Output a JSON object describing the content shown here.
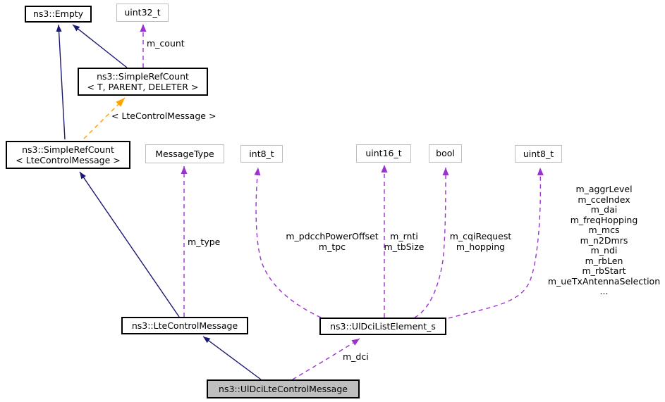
{
  "diagram": {
    "kind": "doxygen-collaboration-diagram",
    "colors": {
      "inheritance_edge": "#191970",
      "usage_edge": "#9a32cd",
      "template_edge": "#ffa500",
      "class_border": "#000000",
      "external_border": "#bebebe",
      "current_node_fill": "#bfbfbf",
      "background": "#ffffff"
    }
  },
  "nodes": {
    "empty": {
      "label": "ns3::Empty"
    },
    "uint32": {
      "label": "uint32_t"
    },
    "simpleref_template": {
      "line1": "ns3::SimpleRefCount",
      "line2": "< T, PARENT, DELETER >"
    },
    "simpleref_lcm": {
      "line1": "ns3::SimpleRefCount",
      "line2": "< LteControlMessage >"
    },
    "messagetype": {
      "label": "MessageType"
    },
    "int8": {
      "label": "int8_t"
    },
    "uint16": {
      "label": "uint16_t"
    },
    "bool": {
      "label": "bool"
    },
    "uint8": {
      "label": "uint8_t"
    },
    "ltecontrolmessage": {
      "label": "ns3::LteControlMessage"
    },
    "uldcilistelement": {
      "label": "ns3::UlDciListElement_s"
    },
    "uldciltecontrolmessage": {
      "label": "ns3::UlDciLteControlMessage"
    }
  },
  "edges": {
    "m_count": "m_count",
    "template_args": "< LteControlMessage >",
    "m_type": "m_type",
    "int8_members": {
      "line1": "m_pdcchPowerOffset",
      "line2": "m_tpc"
    },
    "uint16_members": {
      "line1": "m_rnti",
      "line2": "m_tbSize"
    },
    "bool_members": {
      "line1": "m_cqiRequest",
      "line2": "m_hopping"
    },
    "uint8_members": [
      "m_aggrLevel",
      "m_cceIndex",
      "m_dai",
      "m_freqHopping",
      "m_mcs",
      "m_n2Dmrs",
      "m_ndi",
      "m_rbLen",
      "m_rbStart",
      "m_ueTxAntennaSelection",
      "..."
    ],
    "m_dci": "m_dci"
  }
}
